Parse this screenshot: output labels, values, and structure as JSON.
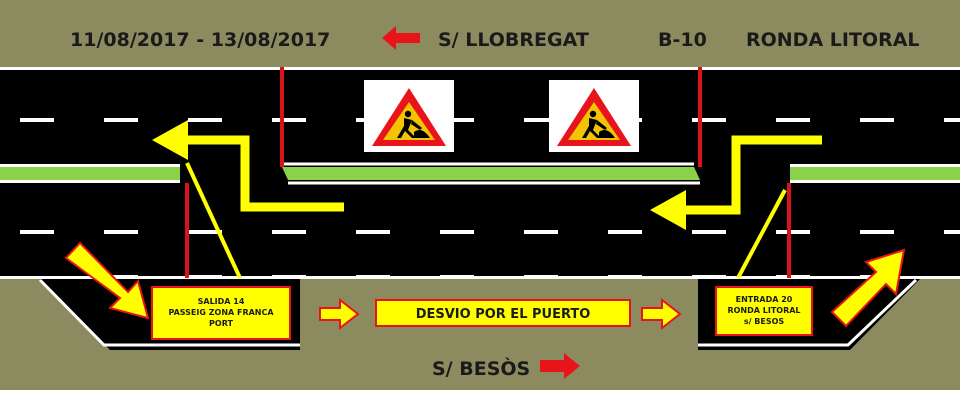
{
  "header": {
    "dates": "11/08/2017 - 13/08/2017",
    "direction_top": "S/ LLOBREGAT",
    "road_code": "B-10",
    "road_name": "RONDA LITORAL"
  },
  "footer": {
    "direction_bottom": "S/ BESÒS"
  },
  "exit_box": {
    "line1": "SALIDA 14",
    "line2": "PASSEIG ZONA FRANCA",
    "line3": "PORT"
  },
  "detour_box": {
    "label": "DESVIO POR EL PUERTO"
  },
  "entry_box": {
    "line1": "ENTRADA 20",
    "line2": "RONDA LITORAL",
    "line3": "s/ BESOS"
  },
  "signs": [
    {
      "icon": "road-works-sign-icon"
    },
    {
      "icon": "road-works-sign-icon"
    }
  ],
  "colors": {
    "background": "#8b8b5f",
    "asphalt": "#000000",
    "median": "#8bd14a",
    "arrow_yellow": "#ffff00",
    "arrow_red": "#e8141a",
    "barrier_red": "#d8141a",
    "sign_border": "#e8141a",
    "sign_fill": "#f5c400"
  }
}
